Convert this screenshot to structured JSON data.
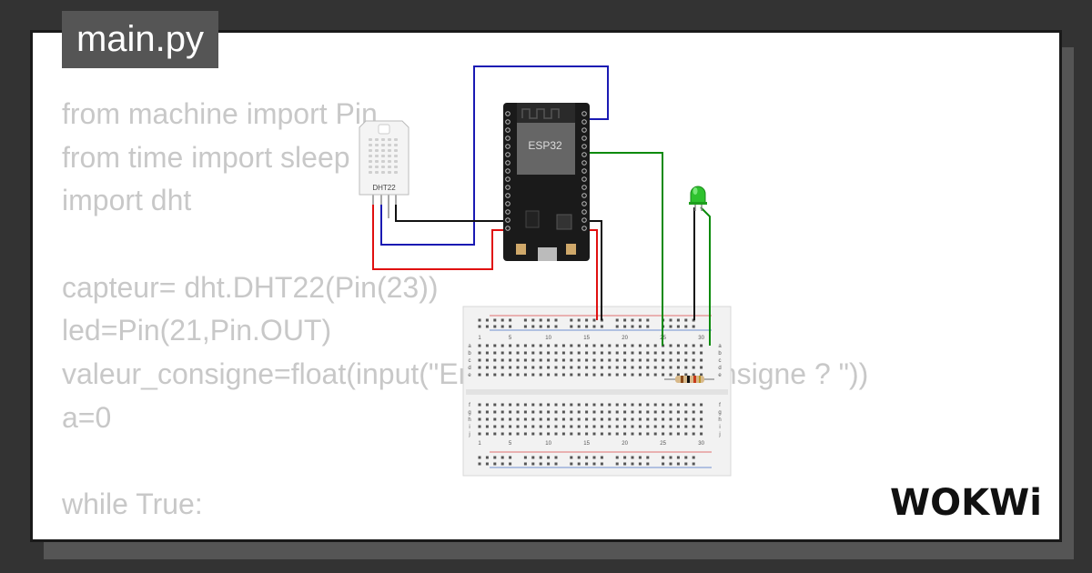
{
  "file_tab": {
    "label": "main.py"
  },
  "code": {
    "lines": [
      "from machine import Pin",
      "from time import sleep",
      "import dht",
      "",
      "capteur= dht.DHT22(Pin(23))",
      "led=Pin(21,Pin.OUT)",
      "valeur_consigne=float(input(\"Entrez la valeur de consigne ? \"))",
      "a=0",
      "",
      "while True:"
    ]
  },
  "circuit": {
    "esp32_label": "ESP32",
    "dht22_label": "DHT22",
    "breadboard_col_labels": [
      "1",
      "5",
      "10",
      "15",
      "20",
      "25",
      "30"
    ],
    "breadboard_row_labels_top": [
      "a",
      "b",
      "c",
      "d",
      "e"
    ],
    "breadboard_row_labels_bottom": [
      "f",
      "g",
      "h",
      "i",
      "j"
    ],
    "wire_colors": {
      "blue": "#1a1ab3",
      "red": "#e01010",
      "black": "#111111",
      "green": "#0a8a0a"
    },
    "led_color": "#2ec22e"
  },
  "brand": {
    "logo_text": "WOKWi"
  }
}
